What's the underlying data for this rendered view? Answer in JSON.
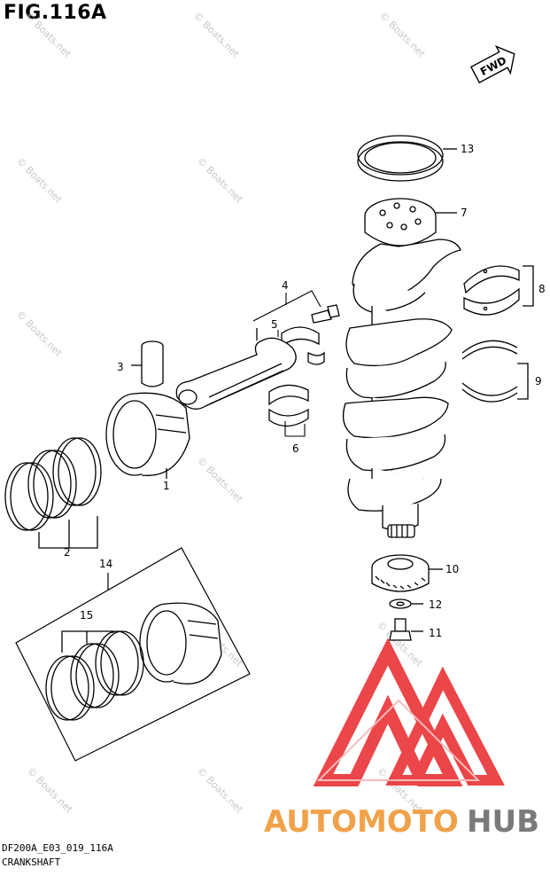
{
  "figure": {
    "title": "FIG.116A",
    "code": "DF200A_E03_019_116A",
    "name": "CRANKSHAFT",
    "direction_label": "FWD"
  },
  "watermark": {
    "text": "© Boats.net",
    "color": "#c8c8c8"
  },
  "logo": {
    "text_a": "AUTOMOTO",
    "text_b": "HUB",
    "color_red": "#e8262a",
    "color_orange": "#f0a24a",
    "color_gray": "#7a7a7a"
  },
  "callouts": [
    {
      "id": "c1",
      "label": "1"
    },
    {
      "id": "c2",
      "label": "2"
    },
    {
      "id": "c3",
      "label": "3"
    },
    {
      "id": "c4",
      "label": "4"
    },
    {
      "id": "c5",
      "label": "5"
    },
    {
      "id": "c6",
      "label": "6"
    },
    {
      "id": "c7",
      "label": "7"
    },
    {
      "id": "c8",
      "label": "8"
    },
    {
      "id": "c9",
      "label": "9"
    },
    {
      "id": "c10",
      "label": "10"
    },
    {
      "id": "c11",
      "label": "11"
    },
    {
      "id": "c12",
      "label": "12"
    },
    {
      "id": "c13",
      "label": "13"
    },
    {
      "id": "c14",
      "label": "14"
    },
    {
      "id": "c15",
      "label": "15"
    }
  ]
}
